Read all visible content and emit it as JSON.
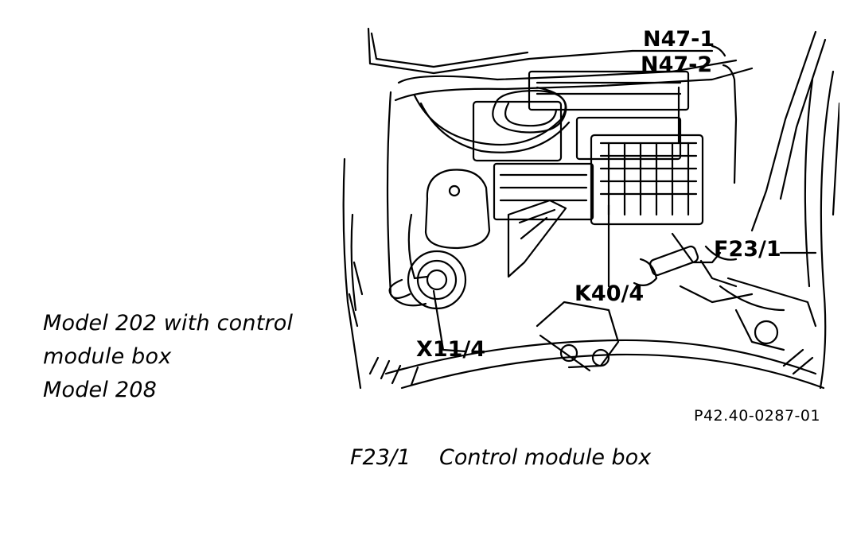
{
  "description_lines": [
    "Model 202 with control",
    "module box",
    "Model 208"
  ],
  "callouts": {
    "n47_1": "N47-1",
    "n47_2": "N47-2",
    "f23_1": "F23/1",
    "k40_4": "K40/4",
    "x11_4": "X11/4"
  },
  "figure_id": "P42.40-0287-01",
  "legend": {
    "code": "F23/1",
    "text": "Control module box"
  }
}
